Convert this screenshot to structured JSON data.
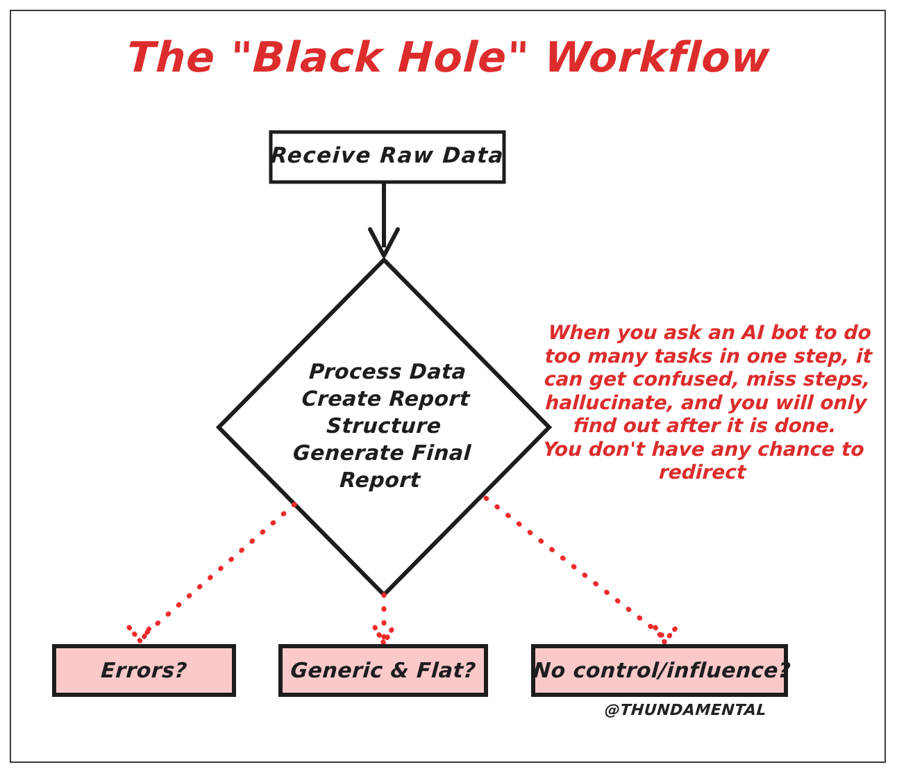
{
  "title": "The \"Black Hole\" Workflow",
  "colors": {
    "red": "#DD2C2C",
    "ink": "#1d1d1d",
    "pink_fill": "#FBC9C9",
    "frame": "#3a3a3a",
    "page": "#ffffff"
  },
  "nodes": {
    "start": {
      "label": "Receive Raw Data",
      "shape": "rectangle"
    },
    "process": {
      "shape": "diamond",
      "lines": [
        "Process Data",
        "Create Report",
        "Structure",
        "Generate Final",
        "Report"
      ]
    },
    "outcomes": [
      {
        "label": "Errors?",
        "shape": "rectangle"
      },
      {
        "label": "Generic & Flat?",
        "shape": "rectangle"
      },
      {
        "label": "No control/influence?",
        "shape": "rectangle"
      }
    ]
  },
  "annotation": {
    "lines": [
      "When you ask an AI bot to do",
      "too many tasks in one step, it",
      "can get confused, miss steps,",
      "hallucinate, and you will only",
      "find out after it is done.",
      "You don't have any chance to",
      "redirect"
    ]
  },
  "signature": "@THUNDAMENTAL",
  "edges": [
    {
      "from": "start",
      "to": "process",
      "style": "solid-arrow",
      "color": "#1d1d1d"
    },
    {
      "from": "process",
      "to": "outcome-errors",
      "style": "dotted-arrow",
      "color": "#DD2C2C"
    },
    {
      "from": "process",
      "to": "outcome-generic-flat",
      "style": "dotted-arrow",
      "color": "#DD2C2C"
    },
    {
      "from": "process",
      "to": "outcome-no-control",
      "style": "dotted-arrow",
      "color": "#DD2C2C"
    }
  ]
}
